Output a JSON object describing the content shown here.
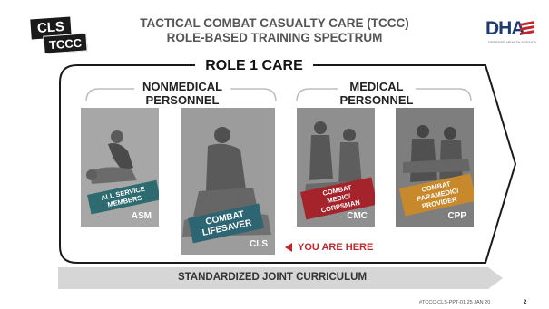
{
  "badge": {
    "line1": "CLS",
    "line2": "TCCC"
  },
  "header": {
    "title_line1": "TACTICAL COMBAT CASUALTY CARE (TCCC)",
    "title_line2": "ROLE-BASED TRAINING SPECTRUM"
  },
  "logo": {
    "text": "DHA",
    "subtitle": "DEFENSE HEALTH AGENCY"
  },
  "role_label": "ROLE 1 CARE",
  "groups": {
    "nonmedical": {
      "line1": "NONMEDICAL",
      "line2": "PERSONNEL"
    },
    "medical": {
      "line1": "MEDICAL",
      "line2": "PERSONNEL"
    }
  },
  "cards": [
    {
      "code": "ASM",
      "tag_lines": [
        "ALL SERVICE",
        "MEMBERS"
      ],
      "tag_color": "#2e6b70"
    },
    {
      "code": "CLS",
      "tag_lines": [
        "COMBAT",
        "LIFESAVER"
      ],
      "tag_color": "#2d6672"
    },
    {
      "code": "CMC",
      "tag_lines": [
        "COMBAT",
        "MEDIC/",
        "CORPSMAN"
      ],
      "tag_color": "#a5232b"
    },
    {
      "code": "CPP",
      "tag_lines": [
        "COMBAT",
        "PARAMEDIC/",
        "PROVIDER"
      ],
      "tag_color": "#c8892c"
    }
  ],
  "you_are_here": "YOU ARE HERE",
  "curriculum": "STANDARDIZED JOINT CURRICULUM",
  "footer": {
    "code": "#TCCC-CLS-PPT-01 25 JAN 20",
    "page": "2"
  },
  "colors": {
    "accent_red": "#c0272d",
    "frame": "#1a1a1a",
    "bar": "#d9d9d9"
  }
}
